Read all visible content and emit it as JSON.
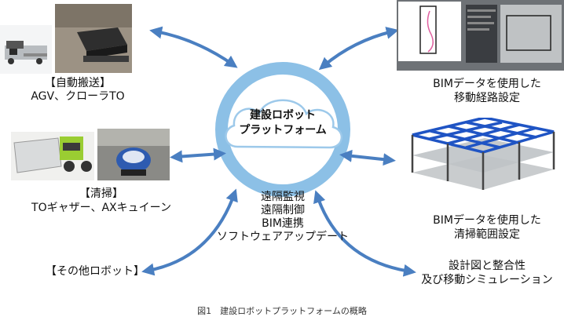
{
  "center": {
    "title_line1": "建設ロボット",
    "title_line2": "プラットフォーム",
    "functions": [
      "遠隔監視",
      "遠隔制御",
      "BIM連携",
      "ソフトウェアアップデート"
    ]
  },
  "left": {
    "transport": {
      "category": "【自動搬送】",
      "robots": "AGV、クローラTO"
    },
    "cleaning": {
      "category": "【清掃】",
      "robots": "TOギャザー、AXキュイーン"
    },
    "other": {
      "category": "【その他ロボット】"
    }
  },
  "right": {
    "route": {
      "line1": "BIMデータを使用した",
      "line2": "移動経路設定"
    },
    "cleanrange": {
      "line1": "BIMデータを使用した",
      "line2": "清掃範囲設定"
    },
    "simulation": {
      "line1": "設計図と整合性",
      "line2": "及び移動シミュレーション"
    }
  },
  "caption": "図1　建設ロボットプラットフォームの概略",
  "colors": {
    "arrow": "#4a7fc1",
    "ring": "#7ab4e0",
    "beam": "#1f54c4"
  }
}
